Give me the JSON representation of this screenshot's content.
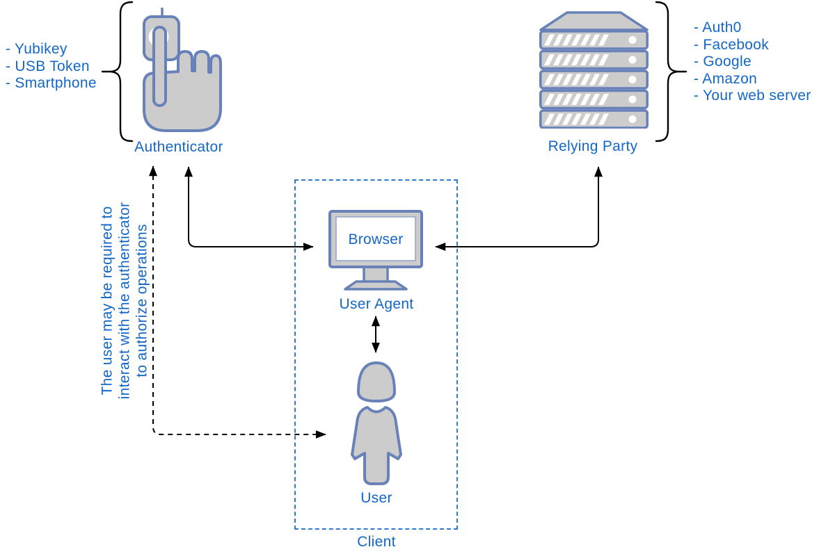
{
  "authenticator": {
    "label": "Authenticator",
    "examples": [
      "- Yubikey",
      "- USB Token",
      "- Smartphone"
    ]
  },
  "relying_party": {
    "label": "Relying Party",
    "examples": [
      "- Auth0",
      "- Facebook",
      "- Google",
      "- Amazon",
      "- Your web server"
    ]
  },
  "client": {
    "label": "Client",
    "browser_label": "Browser",
    "user_agent_label": "User Agent",
    "user_label": "User"
  },
  "note_lines": [
    "The user may be required to",
    "interact with the authenticator",
    "to authorize operations"
  ],
  "colors": {
    "text_blue": "#1467C8",
    "icon_stroke": "#6882B9",
    "icon_fill": "#CCCCCC",
    "client_border": "#2E7BD0",
    "connector_black": "#000000",
    "background": "#FFFFFF"
  }
}
